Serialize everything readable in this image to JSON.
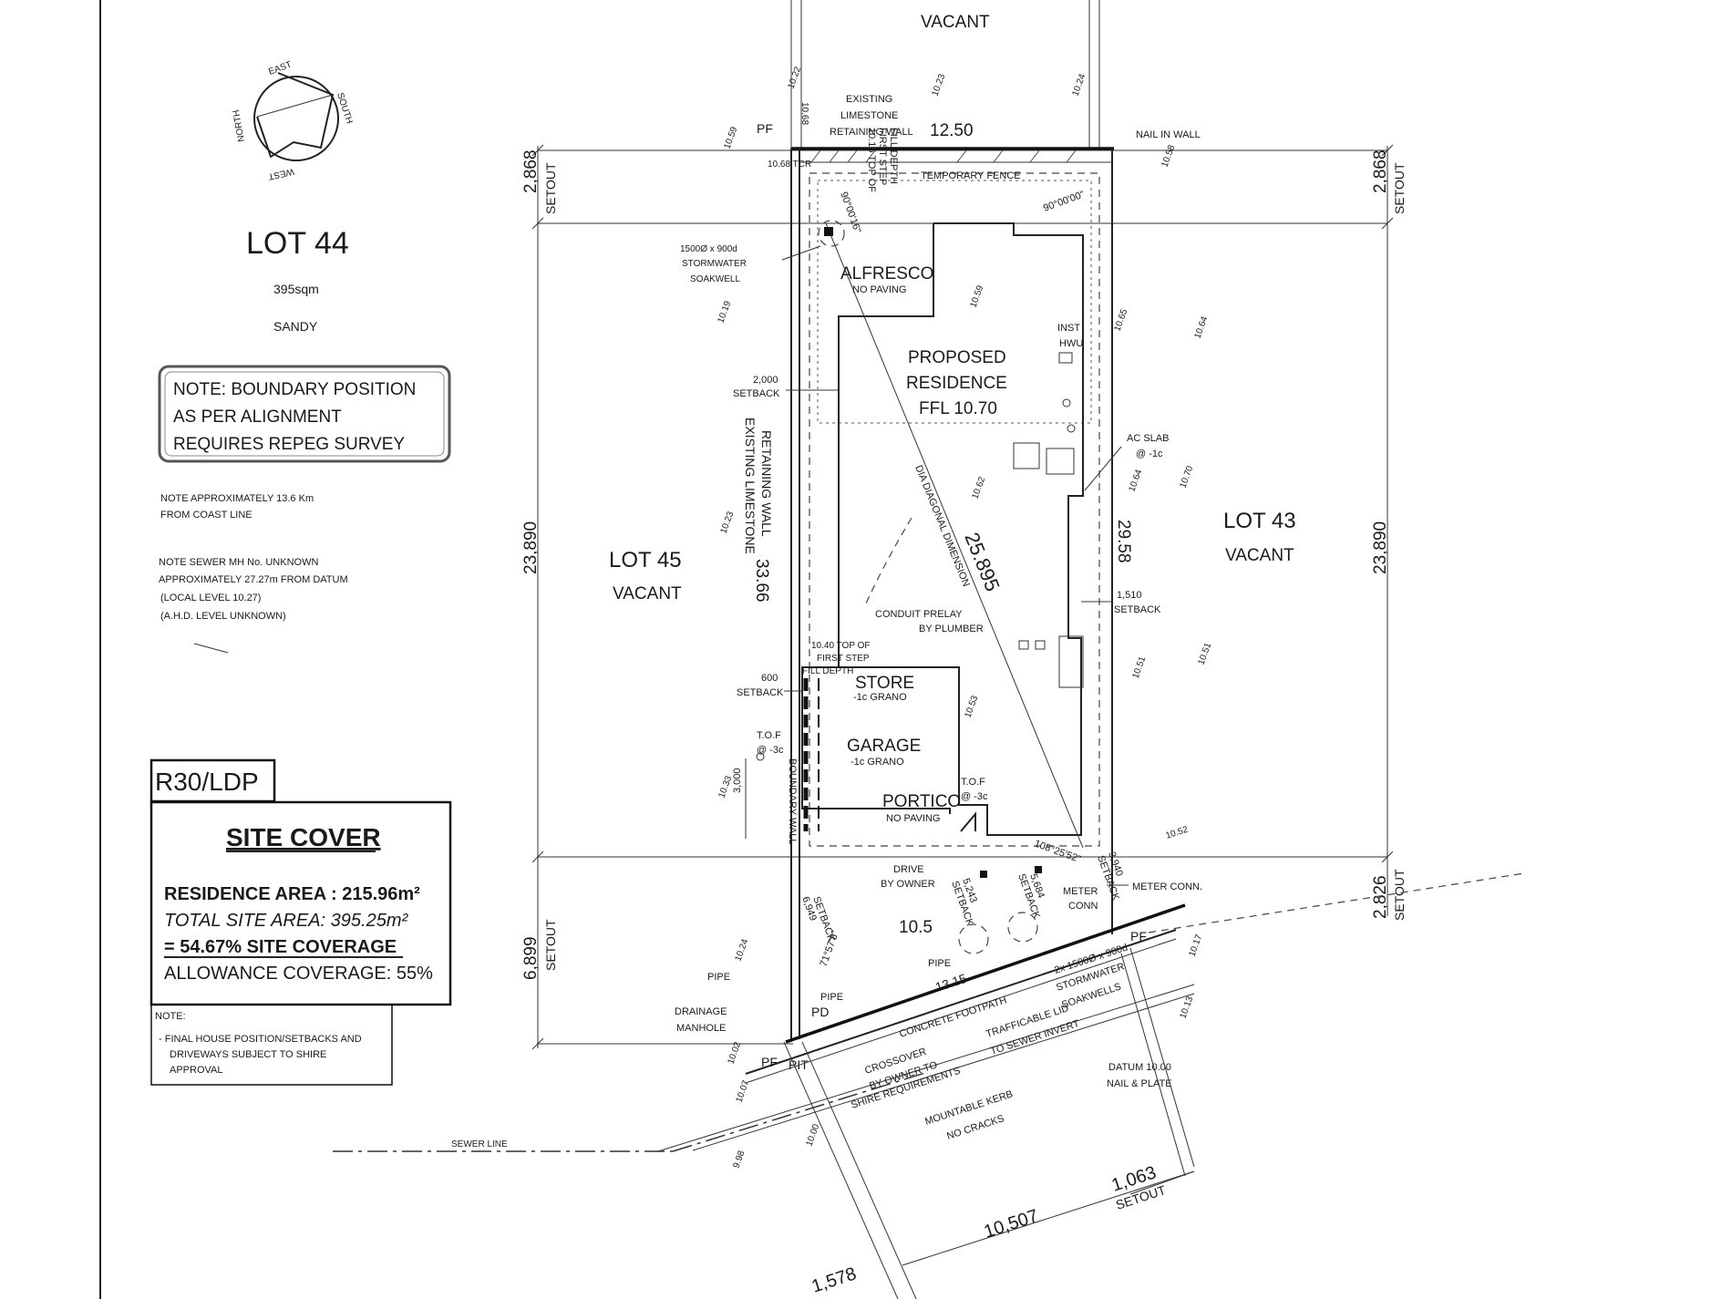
{
  "compass": {
    "north": "NORTH",
    "east": "EAST",
    "south": "SOUTH",
    "west": "WEST"
  },
  "lot44": {
    "title": "LOT 44",
    "area": "395sqm",
    "soil": "SANDY"
  },
  "boundary_note": [
    "NOTE: BOUNDARY POSITION",
    "AS PER ALIGNMENT",
    "REQUIRES REPEG SURVEY"
  ],
  "coast_note": [
    "NOTE  APPROXIMATELY 13.6 Km",
    "FROM COAST LINE"
  ],
  "sewer_note": [
    "NOTE  SEWER MH No. UNKNOWN",
    "APPROXIMATELY 27.27m FROM DATUM",
    "(LOCAL LEVEL  10.27)",
    "(A.H.D. LEVEL  UNKNOWN)"
  ],
  "zoning": "R30/LDP",
  "site_cover": {
    "title": "SITE COVER",
    "residence_area": "RESIDENCE AREA : 215.96m²",
    "total_area": "TOTAL SITE AREA: 395.25m²",
    "coverage": "=  54.67% SITE COVERAGE",
    "allowance": "ALLOWANCE COVERAGE: 55%"
  },
  "house_note": {
    "heading": "NOTE:",
    "lines": [
      "-  FINAL HOUSE POSITION/SETBACKS AND",
      "DRIVEWAYS SUBJECT TO SHIRE",
      "APPROVAL"
    ]
  },
  "lot45": {
    "title": "LOT 45",
    "status": "VACANT"
  },
  "lot43": {
    "title": "LOT 43",
    "status": "VACANT"
  },
  "top_vacant": "VACANT",
  "labels": {
    "pf": "PF",
    "existing_wall_top": [
      "EXISTING",
      "LIMESTONE",
      "RETAINING WALL"
    ],
    "width_top": "12.50",
    "nail_in_wall": "NAIL IN WALL",
    "temporary_fence": "TEMPORARY FENCE",
    "tcr": "10.68 TCR",
    "angle_left": "90°00'16\"",
    "angle_right": "90°00'00\"",
    "soakwell": [
      "1500Ø x 900d",
      "STORMWATER",
      "SOAKWELL"
    ],
    "alfresco": "ALFRESCO",
    "no_paving": "NO PAVING",
    "residence": [
      "PROPOSED",
      "RESIDENCE",
      "FFL 10.70"
    ],
    "inst_hwu": [
      "INST",
      "HWU"
    ],
    "ac_slab": [
      "AC SLAB",
      "@ -1c"
    ],
    "setback_2000": [
      "2,000",
      "SETBACK"
    ],
    "existing_wall_side": [
      "EXISTING LIMESTONE",
      "RETAINING WALL"
    ],
    "depth_left": "33.66",
    "depth_right": "29.58",
    "diagonal": "25.895",
    "diagonal_label": "DIA DIAGONAL DIMENSION",
    "setback_1510": [
      "1,510",
      "SETBACK"
    ],
    "conduit": [
      "CONDUIT PRELAY",
      "BY PLUMBER"
    ],
    "top_of_step": [
      "10.40 TOP OF",
      "FIRST STEP",
      "FILL DEPTH"
    ],
    "top_of_step_upper": [
      "10.15 TOP OF",
      "FIRST STEP",
      "FILL DEPTH"
    ],
    "setback_600": [
      "600",
      "SETBACK"
    ],
    "store": "STORE",
    "store_grano": "-1c GRANO",
    "garage": "GARAGE",
    "garage_grano": "-1c GRANO",
    "tof_left": [
      "T.O.F",
      "@ -3c"
    ],
    "tof_right": [
      "T.O.F",
      "@ -3c"
    ],
    "setback_3000": "3,000",
    "boundary_wall": "BOUNDARY WALL",
    "portico": "PORTICO",
    "portico_paving": "NO PAVING",
    "angle_bottom_right": "108°25'52\"",
    "drive": [
      "DRIVE",
      "BY OWNER"
    ],
    "meter": [
      "METER",
      "CONN"
    ],
    "meter_conn": "METER CONN.",
    "width_bottom": "10.5",
    "angle_bottom_left": "71°57'8\"",
    "setback_6949": [
      "6,949",
      "SETBACK"
    ],
    "setback_5243": [
      "5,243",
      "SETBACK"
    ],
    "setback_5684": [
      "5,684",
      "SETBACK"
    ],
    "setback_3940": [
      "3,940",
      "SETBACK"
    ],
    "pipe": "PIPE",
    "drainage": [
      "DRAINAGE",
      "MANHOLE"
    ],
    "pit": "PIT",
    "pd": "PD",
    "soakwells_2x": [
      "2x 1500Ø x 900d",
      "STORMWATER",
      "SOAKWELLS"
    ],
    "footpath": "CONCRETE FOOTPATH",
    "width_footpath": "13.15",
    "trafficable": [
      "TRAFFICABLE LID",
      "TO SEWER INVERT"
    ],
    "crossover": [
      "CROSSOVER",
      "BY OWNER TO",
      "SHIRE REQUIREMENTS"
    ],
    "kerb": [
      "MOUNTABLE KERB",
      "NO CRACKS"
    ],
    "datum": [
      "DATUM 10.00",
      "NAIL & PLATE"
    ],
    "sewer_line": "SEWER LINE",
    "setout": "SETOUT",
    "dim_2868": "2,868",
    "dim_23890": "23,890",
    "dim_6899": "6,899",
    "dim_2826": "2,826",
    "dim_1063": "1,063",
    "dim_10507": "10,507",
    "dim_1578": "1,578"
  },
  "spot_levels": {
    "l1022": "10.22",
    "l1068a": "10.68",
    "l1023a": "10.23",
    "l1024": "10.24",
    "l1059": "10.59",
    "l1058": "10.58",
    "l1019": "10.19",
    "l1059b": "10.59",
    "l1065": "10.65",
    "l1064": "10.64",
    "l1062": "10.62",
    "l1064b": "10.64",
    "l1070": "10.70",
    "l1023b": "10.23",
    "l1051": "10.51",
    "l1051b": "10.51",
    "l1053": "10.53",
    "l1033": "10.33",
    "l1052": "10.52",
    "l1024b": "10.24",
    "l1017": "10.17",
    "l1013": "10.13",
    "l1007": "10.07",
    "l1000": "10.00",
    "l998": "9.98",
    "l1002": "10.02"
  }
}
